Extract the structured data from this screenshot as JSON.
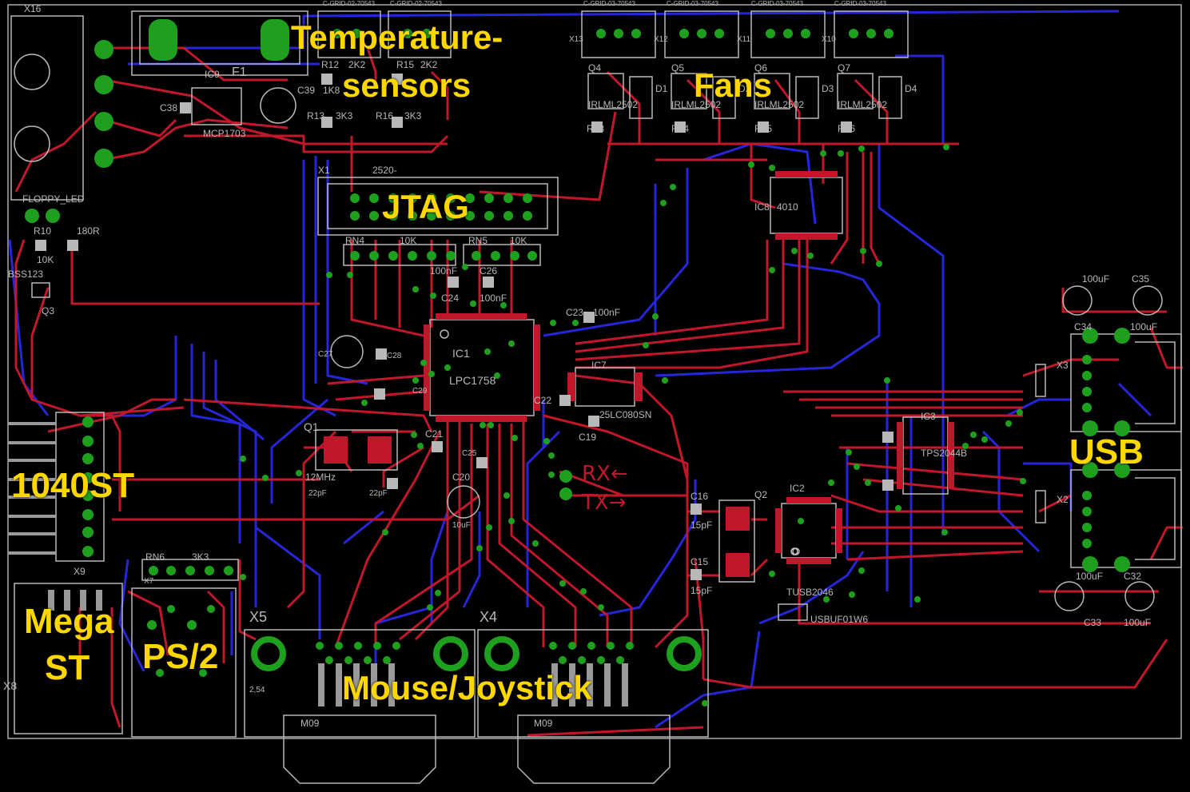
{
  "labels": {
    "temp1": "Temperature-",
    "temp2": "sensors",
    "fans": "Fans",
    "jtag": "JTAG",
    "usb": "USB",
    "st1040": "1040ST",
    "mega1": "Mega",
    "mega2": "ST",
    "ps2": "PS/2",
    "mouse": "Mouse/Joystick"
  },
  "signals": {
    "rx": "RX←",
    "tx": "TX→"
  },
  "silkscreen": {
    "x16": "X16",
    "f1": "F1",
    "ic9": "IC9",
    "mcp": "MCP1703",
    "c38": "C38",
    "c39": "C39",
    "r12": "R12",
    "r15": "R15",
    "r13": "R13",
    "r16": "R16",
    "v2k2a": "2K2",
    "v2k2b": "2K2",
    "v1k8": "1K8",
    "v3k3a": "3K3",
    "v3k3b": "3K3",
    "x13": "X13",
    "x12": "X12",
    "x11": "X11",
    "x10": "X10",
    "q4": "Q4",
    "q5": "Q5",
    "q6": "Q6",
    "q7": "Q7",
    "d1": "D1",
    "d2": "D2",
    "d3": "D3",
    "d4": "D4",
    "irlml1": "IRLML2502",
    "irlml2": "IRLML2502",
    "irlml3": "IRLML2502",
    "irlml4": "IRLML2502",
    "r23": "R23",
    "r24": "R24",
    "r25": "R25",
    "r26": "R26",
    "ic8": "IC8",
    "v4010": "4010",
    "x1": "X1",
    "v2520": "2520-",
    "rn4": "RN4",
    "rn5": "RN5",
    "v10ka": "10K",
    "v10kb": "10K",
    "floppy": "FLOPPY_LED",
    "r10": "R10",
    "v10k": "10K",
    "v180r": "180R",
    "bss": "BSS123",
    "q3": "Q3",
    "c24": "C24",
    "c26": "C26",
    "n100a": "100nF",
    "n100b": "100nF",
    "c23": "C23",
    "n100c": "100nF",
    "ic1": "IC1",
    "lpc": "LPC1758",
    "c27": "C27",
    "c28": "C28",
    "c29": "C29",
    "c22": "C22",
    "c21": "C21",
    "c25": "C25",
    "c20": "C20",
    "ic7": "IC7",
    "flash": "25LC080SN",
    "c19": "C19",
    "q1": "Q1",
    "mhz": "12MHz",
    "p22a": "22pF",
    "p22b": "22pF",
    "u10": "10uF",
    "x9": "X9",
    "x8": "X8",
    "rn6": "RN6",
    "v3k3": "3K3",
    "x7": "X7",
    "x5": "X5",
    "x4": "X4",
    "m09a": "M09",
    "m09b": "M09",
    "v254": "2,54",
    "c16": "C16",
    "c15": "C15",
    "p15a": "15pF",
    "p15b": "15pF",
    "q2": "Q2",
    "ic2": "IC2",
    "tusb": "TUSB2046",
    "usbuf": "USBUF01W6",
    "ic3": "IC3",
    "tps": "TPS2044B",
    "x3": "X3",
    "x2": "X2",
    "c35": "C35",
    "c34": "C34",
    "c33": "C33",
    "c32": "C32",
    "u100a": "100uF",
    "u100b": "100uF",
    "u100c": "100uF",
    "u100d": "100uF",
    "cgrid1": "C-GRID-02-70543",
    "cgrid2": "C-GRID-02-70543",
    "cgrid3": "C-GRID-03-70543",
    "cgrid4": "C-GRID-03-70543",
    "cgrid5": "C-GRID-03-70543",
    "cgrid6": "C-GRID-03-70543"
  },
  "colors": {
    "background": "#000000",
    "top_copper": "#c0182a",
    "bottom_copper": "#2222cc",
    "silkscreen": "#b8b8b8",
    "via": "#1ea01e",
    "pad": "#b8b8b8",
    "annotation": "#ffd700"
  }
}
